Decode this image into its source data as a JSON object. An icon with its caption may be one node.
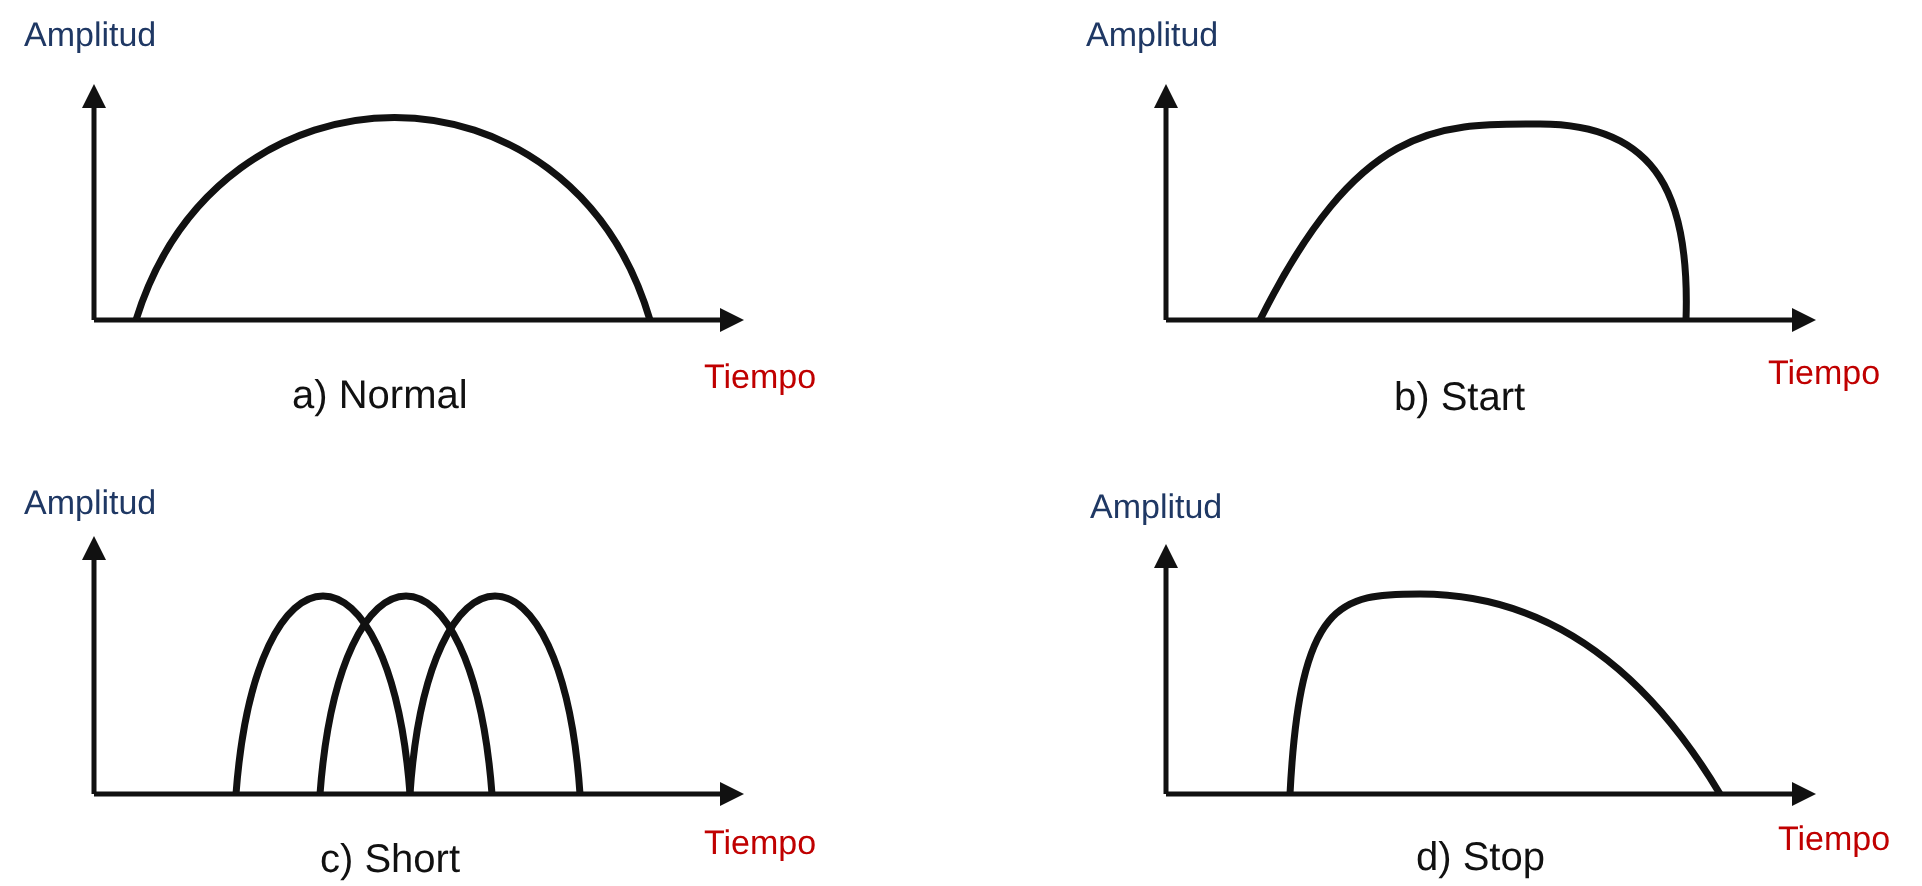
{
  "diagram": {
    "labels": [
      "Amplitud",
      "Tiempo",
      "a) Normal",
      "Amplitud",
      "Tiempo",
      "b) Start",
      "Amplitud",
      "Tiempo",
      "c) Short",
      "Amplitud",
      "Tiempo",
      "d) Stop"
    ]
  }
}
